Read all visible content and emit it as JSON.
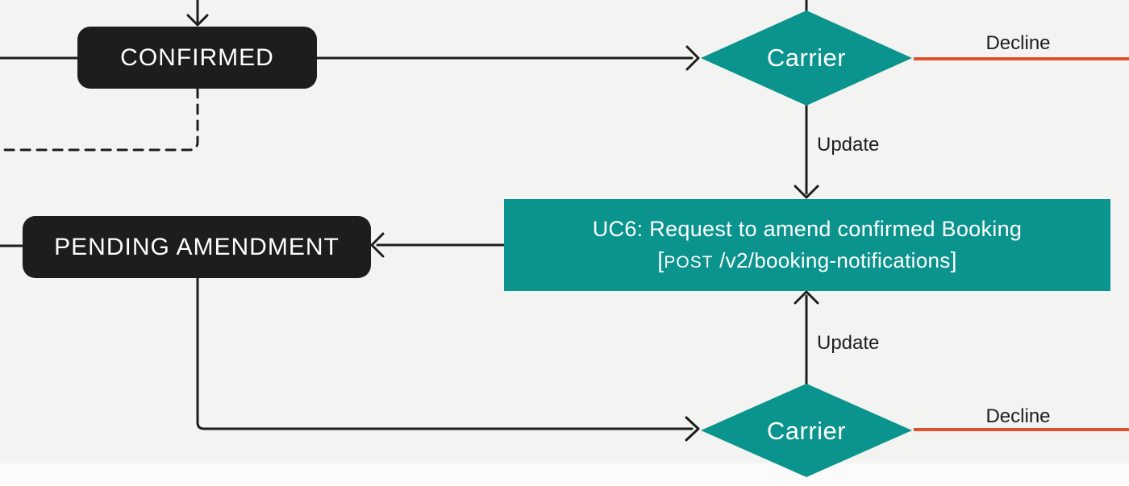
{
  "diagram": {
    "type": "flowchart",
    "nodes": {
      "confirmed": {
        "label": "CONFIRMED",
        "shape": "rounded-rect",
        "fill": "ink"
      },
      "pending_amendment": {
        "label": "PENDING AMENDMENT",
        "shape": "rounded-rect",
        "fill": "ink"
      },
      "uc6": {
        "line1": "UC6: Request to amend confirmed Booking",
        "line2_open": "[",
        "line2_method": "POST",
        "line2_rest": " /v2/booking-notifications",
        "line2_close": "]",
        "shape": "rect",
        "fill": "teal"
      },
      "carrier_top": {
        "label": "Carrier",
        "shape": "diamond",
        "fill": "teal"
      },
      "carrier_bottom": {
        "label": "Carrier",
        "shape": "diamond",
        "fill": "teal"
      }
    },
    "edges": {
      "update_top": {
        "label": "Update",
        "from": "carrier_top",
        "to": "uc6"
      },
      "update_bottom": {
        "label": "Update",
        "from": "carrier_bottom",
        "to": "uc6"
      },
      "decline_top": {
        "label": "Decline",
        "from": "carrier_top",
        "style": "orange"
      },
      "decline_bottom": {
        "label": "Decline",
        "from": "carrier_bottom",
        "style": "orange"
      },
      "confirmed_to_carrier": {
        "label": "",
        "from": "confirmed",
        "to": "carrier_top"
      },
      "uc6_to_pending": {
        "label": "",
        "from": "uc6",
        "to": "pending_amendment"
      },
      "pending_to_carrier": {
        "label": "",
        "from": "pending_amendment",
        "to": "carrier_bottom"
      },
      "confirmed_dashed_out": {
        "label": "",
        "from": "confirmed",
        "style": "dashed"
      }
    }
  },
  "colors": {
    "ink": "#1D1D1B",
    "teal": "#0B948D",
    "orange": "#E0512D",
    "bg": "#F3F3F1",
    "bottom_band": "#FBFBFB"
  }
}
